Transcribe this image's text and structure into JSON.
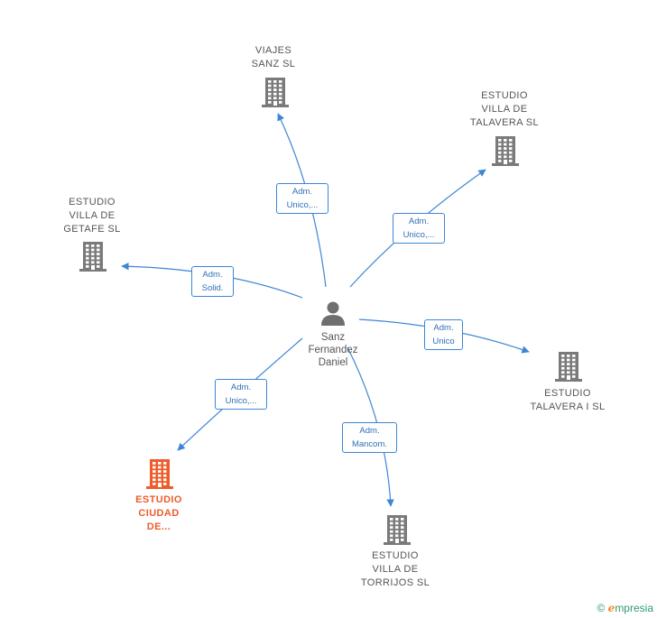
{
  "person": {
    "name": "Sanz\nFernandez\nDaniel"
  },
  "companies": [
    {
      "id": "viajes",
      "name": "VIAJES\nSANZ SL",
      "highlight": false
    },
    {
      "id": "talavera_villa",
      "name": "ESTUDIO\nVILLA DE\nTALAVERA  SL",
      "highlight": false
    },
    {
      "id": "getafe",
      "name": "ESTUDIO\nVILLA DE\nGETAFE  SL",
      "highlight": false
    },
    {
      "id": "talavera_i",
      "name": "ESTUDIO\nTALAVERA I  SL",
      "highlight": false
    },
    {
      "id": "ciudad",
      "name": "ESTUDIO\nCIUDAD\nDE...",
      "highlight": true
    },
    {
      "id": "torrijos",
      "name": "ESTUDIO\nVILLA DE\nTORRIJOS  SL",
      "highlight": false
    }
  ],
  "relations": [
    {
      "to": "viajes",
      "label": "Adm.\nUnico,..."
    },
    {
      "to": "talavera_villa",
      "label": "Adm.\nUnico,..."
    },
    {
      "to": "getafe",
      "label": "Adm.\nSolid."
    },
    {
      "to": "talavera_i",
      "label": "Adm.\nUnico"
    },
    {
      "to": "ciudad",
      "label": "Adm.\nUnico,..."
    },
    {
      "to": "torrijos",
      "label": "Adm.\nMancom."
    }
  ],
  "colors": {
    "edge": "#3d86d6",
    "building": "#7a7a7a",
    "building_highlight": "#ee5c2b",
    "person": "#6f6f6f"
  },
  "footer": {
    "copyright": "©",
    "brand_initial": "e",
    "brand": "mpresia"
  }
}
